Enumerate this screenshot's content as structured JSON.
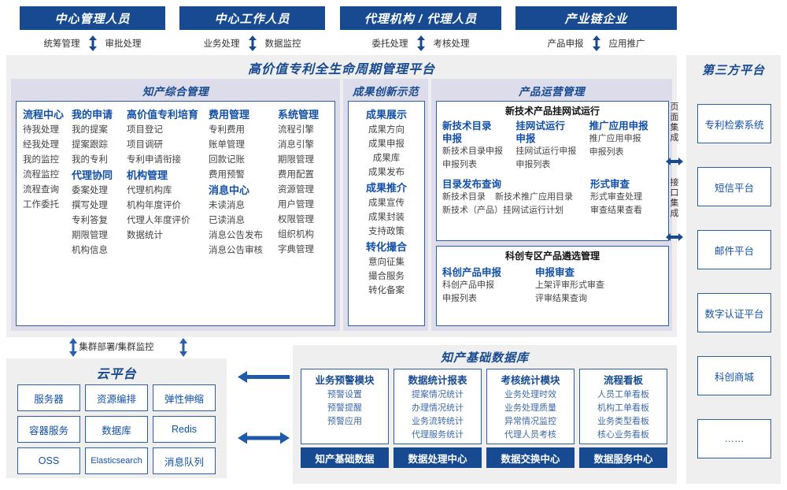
{
  "roles": [
    {
      "title": "中心管理人员",
      "caps": [
        "统筹管理",
        "审批处理"
      ]
    },
    {
      "title": "中心工作人员",
      "caps": [
        "业务处理",
        "数据监控"
      ]
    },
    {
      "title": "代理机构 / 代理人员",
      "caps": [
        "委托处理",
        "考核处理"
      ]
    },
    {
      "title": "产业链企业",
      "caps": [
        "产品申报",
        "应用推广"
      ]
    }
  ],
  "platform": {
    "title": "高价值专利全生命周期管理平台",
    "groups": {
      "g1": {
        "title": "知产综合管理",
        "columns": [
          {
            "blocks": [
              {
                "header": "流程中心",
                "items": [
                  "待我处理",
                  "经我处理",
                  "我的监控",
                  "流程监控",
                  "流程查询",
                  "工作委托"
                ]
              }
            ]
          },
          {
            "blocks": [
              {
                "header": "我的申请",
                "items": [
                  "我的提案",
                  "提案跟踪",
                  "我的专利"
                ]
              },
              {
                "header": "代理协同",
                "items": [
                  "委案处理",
                  "撰写处理",
                  "专利答复",
                  "期限管理",
                  "机构信息"
                ]
              }
            ]
          },
          {
            "blocks": [
              {
                "header": "高价值专利培育",
                "items": [
                  "项目登记",
                  "项目调研",
                  "专利申请衔接"
                ]
              },
              {
                "header": "机构管理",
                "items": [
                  "代理机构库",
                  "机构年度评价",
                  "代理人年度评价",
                  "数据统计"
                ]
              }
            ]
          },
          {
            "blocks": [
              {
                "header": "费用管理",
                "items": [
                  "专利费用",
                  "账单管理",
                  "回款记账",
                  "费用预警"
                ]
              },
              {
                "header": "消息中心",
                "items": [
                  "未读消息",
                  "已读消息",
                  "消息公告发布",
                  "消息公告审核"
                ]
              }
            ]
          },
          {
            "blocks": [
              {
                "header": "系统管理",
                "items": [
                  "流程引擎",
                  "消息引擎",
                  "期限管理",
                  "费用配置",
                  "资源管理",
                  "用户管理",
                  "权限管理",
                  "组织机构",
                  "字典管理"
                ]
              }
            ]
          }
        ]
      },
      "g2": {
        "title": "成果创新示范",
        "blocks": [
          {
            "header": "成果展示",
            "items": [
              "成果方向",
              "成果申报",
              "成果库",
              "成果发布"
            ]
          },
          {
            "header": "成果推介",
            "items": [
              "成果宣传",
              "成果封装",
              "支持政策"
            ]
          },
          {
            "header": "转化撮合",
            "items": [
              "意向征集",
              "撮合服务",
              "转化备案"
            ]
          }
        ]
      },
      "g3": {
        "title": "产品运营管理",
        "card_a": {
          "subtitle": "新技术产品挂网试运行",
          "columns": [
            {
              "header": "新技术目录申报",
              "items": [
                "新技术目录申报",
                "申报列表"
              ]
            },
            {
              "header": "挂网试运行申报",
              "items": [
                "挂网试运行申报",
                "申报列表"
              ]
            },
            {
              "header": "推广应用申报",
              "items": [
                "推广应用申报",
                "申报列表"
              ]
            }
          ],
          "row2": [
            {
              "header": "目录发布查询",
              "items": [
                "新技术目录",
                "新技术推广应用目录",
                "新技术（产品）挂网试运行计划"
              ]
            },
            {
              "header": "形式审查",
              "items": [
                "形式审查处理",
                "审查结果查看"
              ]
            }
          ]
        },
        "card_b": {
          "subtitle": "科创专区产品遴选管理",
          "columns": [
            {
              "header": "科创产品申报",
              "items": [
                "科创产品申报",
                "申报列表"
              ]
            },
            {
              "header": "申报审查",
              "items": [
                "上架评审形式审查",
                "评审结果查询"
              ]
            }
          ]
        }
      }
    }
  },
  "integration": {
    "page_label": "页面集成",
    "api_label": "接口集成"
  },
  "third_party": {
    "title": "第三方平台",
    "items": [
      "专利检索系统",
      "短信平台",
      "邮件平台",
      "数字认证平台",
      "科创商城",
      "……"
    ]
  },
  "cluster": {
    "label": "集群部署/集群监控"
  },
  "cloud": {
    "title": "云平台",
    "cells": [
      "服务器",
      "资源编排",
      "弹性伸缩",
      "容器服务",
      "数据库",
      "Redis",
      "OSS",
      "Elasticsearch",
      "消息队列"
    ]
  },
  "database": {
    "title": "知产基础数据库",
    "columns": [
      {
        "header": "业务预警模块",
        "items": [
          "预警设置",
          "预警提醒",
          "预警应用"
        ],
        "footer": "知产基础数据"
      },
      {
        "header": "数据统计报表",
        "items": [
          "提案情况统计",
          "办理情况统计",
          "业务流转统计",
          "代理服务统计"
        ],
        "footer": "数据处理中心"
      },
      {
        "header": "考核统计模块",
        "items": [
          "业务处理时效",
          "业务处理质量",
          "异常情况监控",
          "代理人员考核"
        ],
        "footer": "数据交换中心"
      },
      {
        "header": "流程看板",
        "items": [
          "人员工单看板",
          "机构工单看板",
          "业务类型看板",
          "核心业务看板"
        ],
        "footer": "数据服务中心"
      }
    ]
  },
  "colors": {
    "brand_dark": "#174a91",
    "brand": "#1250a8",
    "border": "#2b5fac",
    "panel_bg": "#efefef",
    "group_bg": "#dcdcea"
  }
}
